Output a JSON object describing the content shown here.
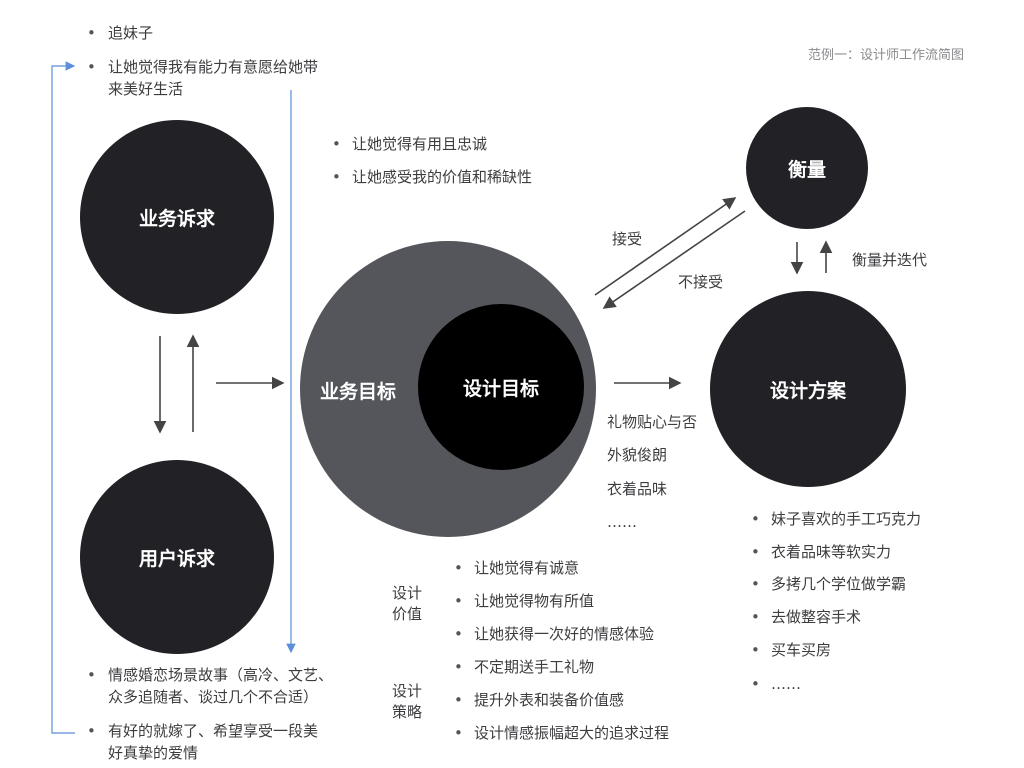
{
  "caption": "范例一：设计师工作流简图",
  "top_list": [
    "追妹子",
    "让她觉得我有能力有意愿给她带",
    "来美好生活"
  ],
  "nodes": {
    "business": "业务诉求",
    "user": "用户诉求",
    "biz_goal": "业务目标",
    "design_goal": "设计目标",
    "measure": "衡量",
    "solution": "设计方案"
  },
  "mid_list": [
    "让她觉得有用且忠诚",
    "让她感受我的价值和稀缺性"
  ],
  "edge_labels": {
    "accept": "接受",
    "reject": "不接受",
    "iterate": "衡量并迭代"
  },
  "design_goal_items": [
    "礼物贴心与否",
    "外貌俊朗",
    "衣着品味",
    "……"
  ],
  "solution_list": [
    "妹子喜欢的手工巧克力",
    "衣着品味等软实力",
    "多拷几个学位做学霸",
    "去做整容手术",
    "买车买房",
    "……"
  ],
  "bottom_left": [
    "情感婚恋场景故事（高冷、文艺、",
    "众多追随者、谈过几个不合适）",
    "有好的就嫁了、希望享受一段美",
    "好真挚的爱情"
  ],
  "design_value": {
    "label": [
      "设计",
      "价值"
    ],
    "items": [
      "让她觉得有诚意",
      "让她觉得物有所值",
      "让她获得一次好的情感体验"
    ]
  },
  "design_strategy": {
    "label": [
      "设计",
      "策略"
    ],
    "items": [
      "不定期送手工礼物",
      "提升外表和装备价值感",
      "设计情感振幅超大的追求过程"
    ]
  },
  "colors": {
    "dark": "#222226",
    "darkest": "#000000",
    "gray": "#54565c",
    "accent_line": "#5b8fd9",
    "arrow": "#444"
  }
}
